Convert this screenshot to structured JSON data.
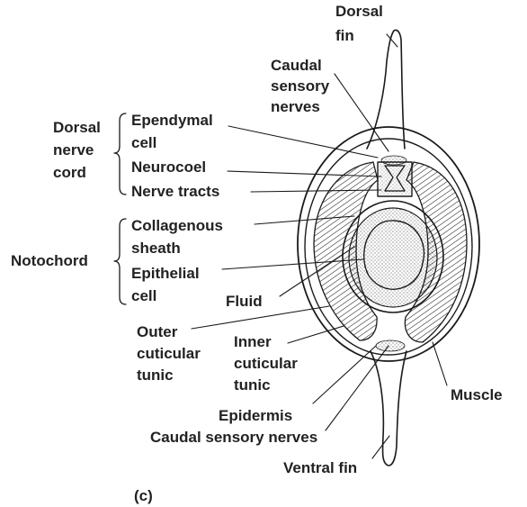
{
  "figure": {
    "panel_label": "(c)",
    "labels": {
      "dorsal_fin": [
        "Dorsal",
        "fin"
      ],
      "caudal_sensory_nerves_top": [
        "Caudal",
        "sensory",
        "nerves"
      ],
      "dorsal_nerve_cord": [
        "Dorsal",
        "nerve",
        "cord"
      ],
      "ependymal_cell": [
        "Ependymal",
        "cell"
      ],
      "neurocoel": "Neurocoel",
      "nerve_tracts": "Nerve tracts",
      "notochord": "Notochord",
      "collagenous_sheath": [
        "Collagenous",
        "sheath"
      ],
      "epithelial_cell": [
        "Epithelial",
        "cell"
      ],
      "fluid": "Fluid",
      "outer_cuticular_tunic": [
        "Outer",
        "cuticular",
        "tunic"
      ],
      "inner_cuticular_tunic": [
        "Inner",
        "cuticular",
        "tunic"
      ],
      "muscle": "Muscle",
      "epidermis": "Epidermis",
      "caudal_sensory_nerves_bottom": "Caudal sensory nerves",
      "ventral_fin": "Ventral fin"
    }
  }
}
